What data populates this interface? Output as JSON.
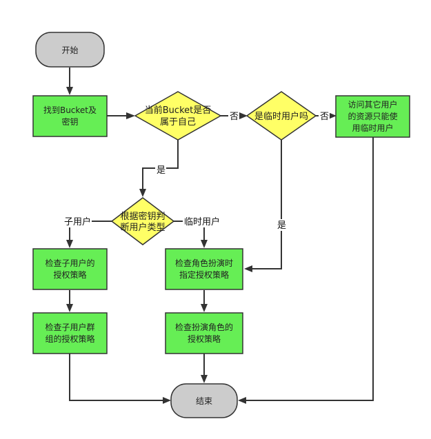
{
  "nodes": {
    "start": "开始",
    "find_bucket": [
      "找到Bucket及",
      "密钥"
    ],
    "bucket_owned": [
      "当前Bucket是否",
      "属于自己"
    ],
    "is_temp_user": "是临时用户吗",
    "access_other": [
      "访问其它用户",
      "的资源只能使",
      "用临时用户"
    ],
    "judge_user_type": [
      "根据密钥判",
      "断用户类型"
    ],
    "check_subuser": [
      "检查子用户的",
      "授权策略"
    ],
    "check_subuser_group": [
      "检查子用户群",
      "组的授权策略"
    ],
    "check_role_policy": [
      "检查角色扮演时",
      "指定授权策略"
    ],
    "check_role_grant": [
      "检查扮演角色的",
      "授权策略"
    ],
    "end": "结束"
  },
  "edge_labels": {
    "owned_no": "否",
    "owned_yes": "是",
    "temp_no": "否",
    "temp_yes": "是",
    "type_subuser": "子用户",
    "type_temp": "临时用户"
  },
  "colors": {
    "process": "#66ee55",
    "decision": "#ffff66",
    "terminal": "#cccccc",
    "stroke": "#333333"
  }
}
